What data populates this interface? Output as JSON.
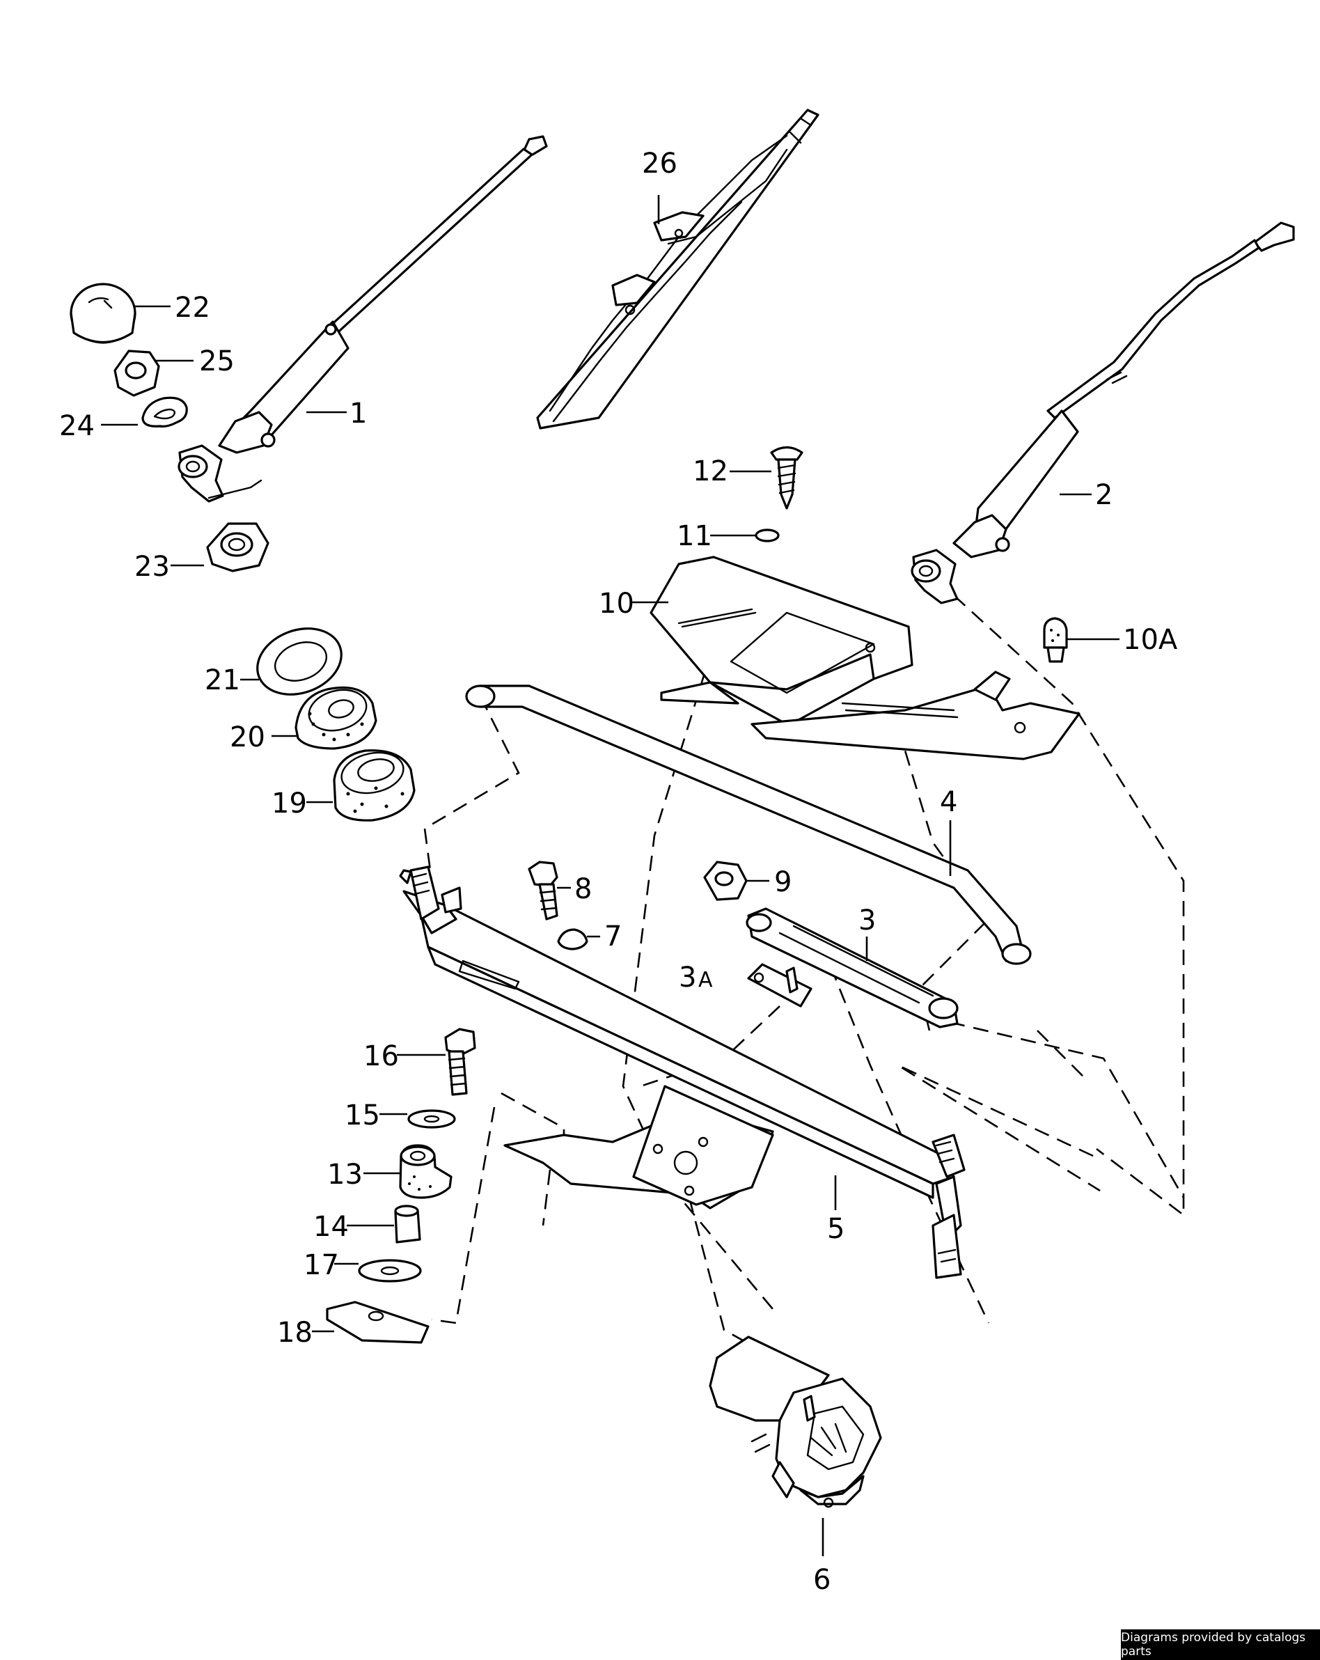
{
  "diagram": {
    "callouts": [
      {
        "id": "1",
        "text": "1"
      },
      {
        "id": "2",
        "text": "2"
      },
      {
        "id": "3",
        "text": "3"
      },
      {
        "id": "3A",
        "text": "3",
        "suffix": "A"
      },
      {
        "id": "4",
        "text": "4"
      },
      {
        "id": "5",
        "text": "5"
      },
      {
        "id": "6",
        "text": "6"
      },
      {
        "id": "7",
        "text": "7"
      },
      {
        "id": "8",
        "text": "8"
      },
      {
        "id": "9",
        "text": "9"
      },
      {
        "id": "10",
        "text": "10"
      },
      {
        "id": "10A",
        "text": "10A"
      },
      {
        "id": "11",
        "text": "11"
      },
      {
        "id": "12",
        "text": "12"
      },
      {
        "id": "13",
        "text": "13"
      },
      {
        "id": "14",
        "text": "14"
      },
      {
        "id": "15",
        "text": "15"
      },
      {
        "id": "16",
        "text": "16"
      },
      {
        "id": "17",
        "text": "17"
      },
      {
        "id": "18",
        "text": "18"
      },
      {
        "id": "19",
        "text": "19"
      },
      {
        "id": "20",
        "text": "20"
      },
      {
        "id": "21",
        "text": "21"
      },
      {
        "id": "22",
        "text": "22"
      },
      {
        "id": "23",
        "text": "23"
      },
      {
        "id": "24",
        "text": "24"
      },
      {
        "id": "25",
        "text": "25"
      },
      {
        "id": "26",
        "text": "26"
      }
    ]
  },
  "footer": {
    "credit": "Diagrams provided by catalogs parts"
  }
}
